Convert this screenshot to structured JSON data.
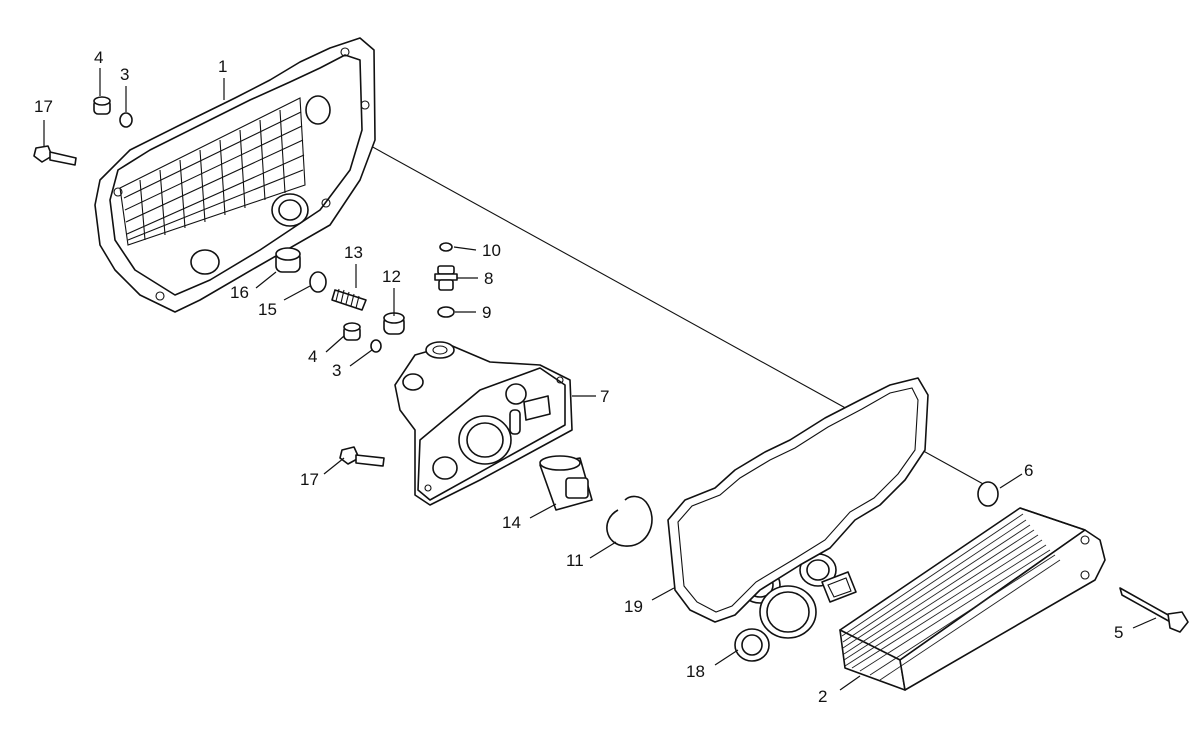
{
  "callouts": {
    "c1": "1",
    "c2": "2",
    "c3a": "3",
    "c3b": "3",
    "c4a": "4",
    "c4b": "4",
    "c5": "5",
    "c6": "6",
    "c7": "7",
    "c8": "8",
    "c9": "9",
    "c10": "10",
    "c11": "11",
    "c12": "12",
    "c13": "13",
    "c14": "14",
    "c15": "15",
    "c16": "16",
    "c17a": "17",
    "c17b": "17",
    "c18": "18",
    "c19": "19"
  },
  "parts": [
    {
      "number": "1",
      "name": "cover-housing"
    },
    {
      "number": "2",
      "name": "oil-cooler"
    },
    {
      "number": "3",
      "name": "o-ring-small"
    },
    {
      "number": "4",
      "name": "plug"
    },
    {
      "number": "5",
      "name": "bolt"
    },
    {
      "number": "6",
      "name": "o-ring"
    },
    {
      "number": "7",
      "name": "filter-head"
    },
    {
      "number": "8",
      "name": "fitting"
    },
    {
      "number": "9",
      "name": "seal-ring"
    },
    {
      "number": "10",
      "name": "o-ring-tiny"
    },
    {
      "number": "11",
      "name": "snap-ring"
    },
    {
      "number": "12",
      "name": "sleeve"
    },
    {
      "number": "13",
      "name": "spring"
    },
    {
      "number": "14",
      "name": "valve"
    },
    {
      "number": "15",
      "name": "o-ring-medium"
    },
    {
      "number": "16",
      "name": "plug-large"
    },
    {
      "number": "17",
      "name": "screw"
    },
    {
      "number": "18",
      "name": "gasket-small"
    },
    {
      "number": "19",
      "name": "gasket-large"
    }
  ]
}
